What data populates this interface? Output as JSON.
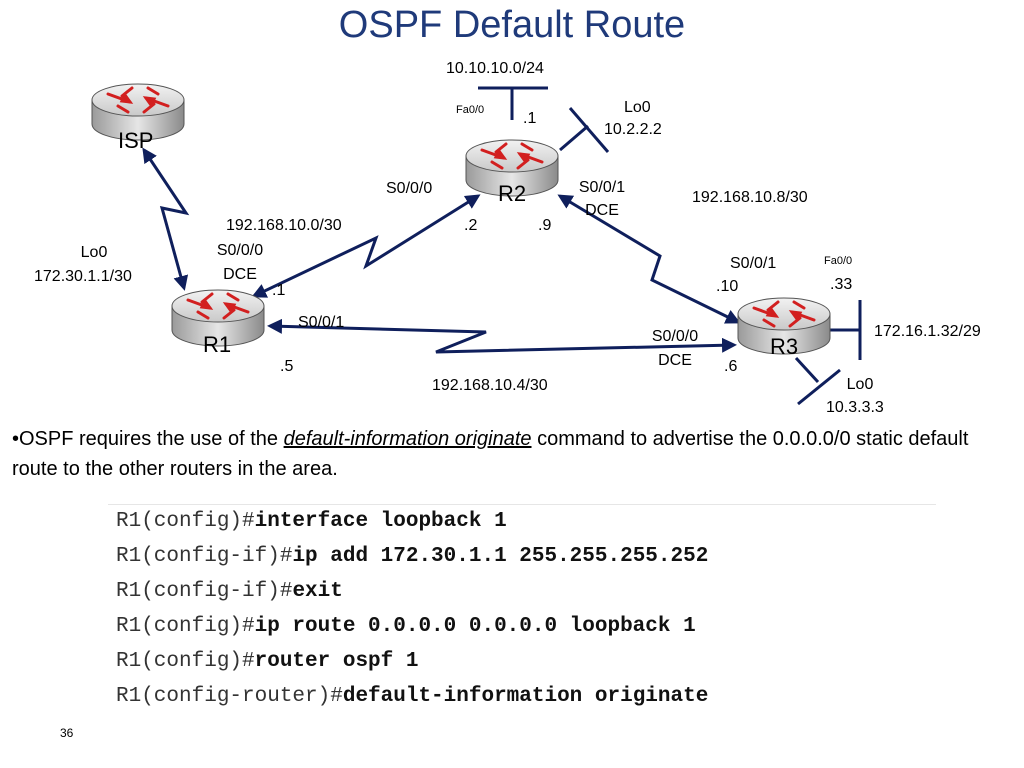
{
  "title": "OSPF  Default Route",
  "routers": {
    "isp": "ISP",
    "r1": "R1",
    "r2": "R2",
    "r3": "R3"
  },
  "labels": {
    "r2_lan_net": "10.10.10.0/24",
    "r2_fa0_0": "Fa0/0",
    "r2_fa_addr": ".1",
    "r2_lo0_name": "Lo0",
    "r2_lo0_addr": "10.2.2.2",
    "r2_s000": "S0/0/0",
    "r2_s001": "S0/0/1",
    "r2_s001_dce": "DCE",
    "r2_s000_addr": ".2",
    "r2_s001_addr": ".9",
    "net_r2_r3": "192.168.10.8/30",
    "net_r1_r2": "192.168.10.0/30",
    "r1_lo0_name": "Lo0",
    "r1_lo0_addr": "172.30.1.1/30",
    "r1_s000": "S0/0/0",
    "r1_s000_dce": "DCE",
    "r1_s000_addr": ".1",
    "r1_s001": "S0/0/1",
    "r1_s001_addr": ".5",
    "net_r1_r3": "192.168.10.4/30",
    "r3_s001": "S0/0/1",
    "r3_s001_addr": ".10",
    "r3_fa0_0": "Fa0/0",
    "r3_fa_addr": ".33",
    "r3_lan_net": "172.16.1.32/29",
    "r3_s000": "S0/0/0",
    "r3_s000_dce": "DCE",
    "r3_s000_addr": ".6",
    "r3_lo0_name": "Lo0",
    "r3_lo0_addr": "10.3.3.3"
  },
  "bullet": {
    "prefix": "•OSPF requires the use of the ",
    "command": "default-information originate",
    "suffix": " command to advertise the 0.0.0.0/0 static default route to the other routers in the area."
  },
  "cli": [
    {
      "prompt": "R1(config)#",
      "command": "interface loopback 1"
    },
    {
      "prompt": "R1(config-if)#",
      "command": "ip add 172.30.1.1 255.255.255.252"
    },
    {
      "prompt": "R1(config-if)#",
      "command": "exit"
    },
    {
      "prompt": "R1(config)#",
      "command": "ip route 0.0.0.0 0.0.0.0 loopback 1"
    },
    {
      "prompt": "R1(config)#",
      "command": "router ospf 1"
    },
    {
      "prompt": "R1(config-router)#",
      "command": "default-information originate"
    }
  ],
  "page_number": "36",
  "colors": {
    "title": "#1f3a7a",
    "link": "#0f1f5c",
    "arrow_red": "#d21f1f"
  }
}
